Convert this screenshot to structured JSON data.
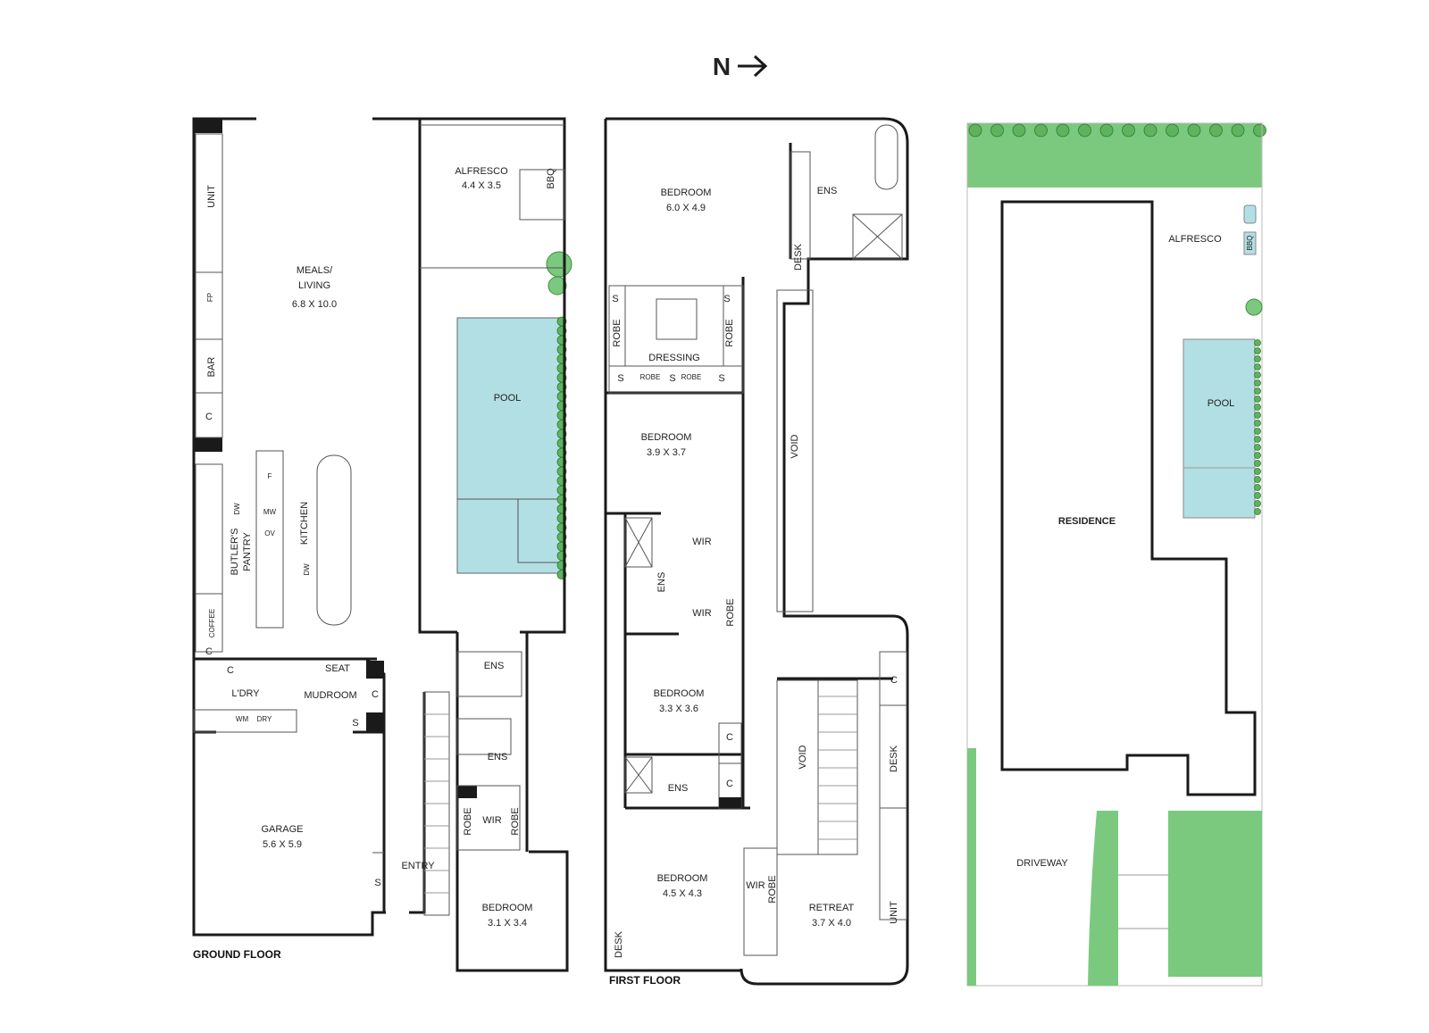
{
  "compass": {
    "label": "N",
    "icon": "arrow-right-icon"
  },
  "colors": {
    "pool": "#b2dfe3",
    "garden": "#7bc97f",
    "hedge_dot": "#5fb35f",
    "wall": "#1a1a1a"
  },
  "ground_floor": {
    "caption": "GROUND FLOOR",
    "alfresco": {
      "name": "ALFRESCO",
      "size": "4.4 X 3.5"
    },
    "bbq": "BBQ",
    "meals": {
      "name": "MEALS/",
      "name2": "LIVING",
      "size": "6.8 X 10.0"
    },
    "unit": "UNIT",
    "fp": "FP",
    "bar": "BAR",
    "c": "C",
    "pool": "POOL",
    "butlers": {
      "line1": "BUTLER'S",
      "line2": "PANTRY"
    },
    "kitchen": "KITCHEN",
    "dw": "DW",
    "mw": "MW",
    "ov": "OV",
    "f": "F",
    "coffee": "COFFEE",
    "seat": "SEAT",
    "ldry": "L'DRY",
    "mudroom": "MUDROOM",
    "wm": "WM",
    "dry": "DRY",
    "s": "S",
    "ens": "ENS",
    "entry": "ENTRY",
    "garage": {
      "name": "GARAGE",
      "size": "5.6 X 5.9"
    },
    "robe": "ROBE",
    "wir": "WIR",
    "bedroom": {
      "name": "BEDROOM",
      "size": "3.1 X 3.4"
    }
  },
  "first_floor": {
    "caption": "FIRST FLOOR",
    "bed1": {
      "name": "BEDROOM",
      "size": "6.0 X 4.9"
    },
    "ens": "ENS",
    "desk": "DESK",
    "s": "S",
    "robe": "ROBE",
    "dressing": "DRESSING",
    "bed2": {
      "name": "BEDROOM",
      "size": "3.9 X 3.7"
    },
    "void": "VOID",
    "wir": "WIR",
    "bed3": {
      "name": "BEDROOM",
      "size": "3.3 X 3.6"
    },
    "c": "C",
    "bed4": {
      "name": "BEDROOM",
      "size": "4.5 X 4.3"
    },
    "retreat": {
      "name": "RETREAT",
      "size": "3.7 X 4.0"
    },
    "unit": "UNIT"
  },
  "site": {
    "alfresco": "ALFRESCO",
    "bbq": "BBQ",
    "pool": "POOL",
    "residence": "RESIDENCE",
    "driveway": "DRIVEWAY"
  }
}
